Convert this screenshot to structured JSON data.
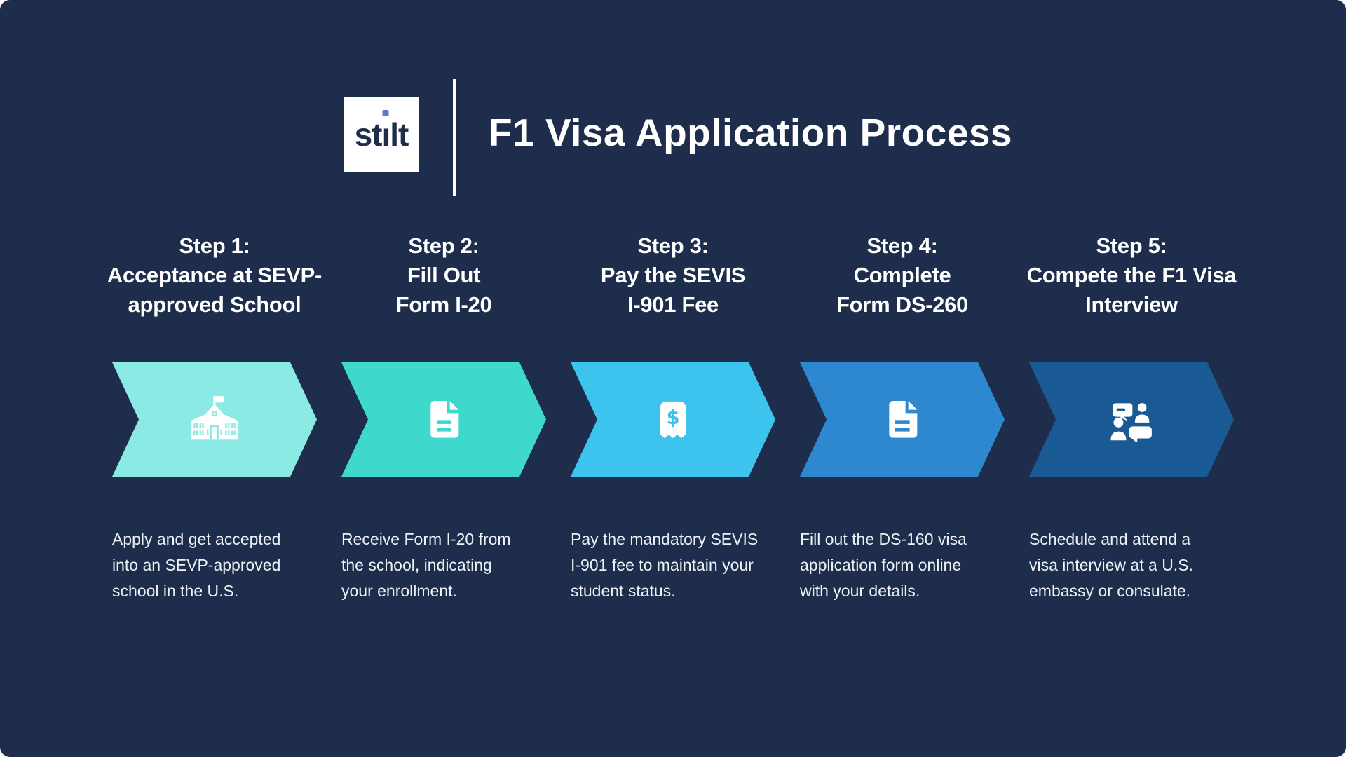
{
  "header": {
    "logo": {
      "full_text": "stilt",
      "pre": "st",
      "i_char": "ı",
      "post": "lt"
    },
    "title": "F1 Visa Application Process"
  },
  "colors": {
    "background": "#1e2d4b",
    "heading_text": "#ffffff",
    "description_text": "#eef1f5",
    "separator": "#ffffff",
    "logo_background": "#ffffff",
    "logo_text": "#1e2d4b",
    "logo_dot": "#5b7ac9",
    "icon": "#ffffff"
  },
  "steps": [
    {
      "label": "Step 1:",
      "title_lines": [
        "Acceptance at SEVP-",
        "approved School"
      ],
      "icon": "school-icon",
      "arrow_color": "#8beae4",
      "description_lines": [
        "Apply and get accepted",
        "into an SEVP-approved",
        "school in the U.S."
      ]
    },
    {
      "label": "Step 2:",
      "title_lines": [
        "Fill Out",
        "Form I-20"
      ],
      "icon": "document-icon",
      "arrow_color": "#3ed9cc",
      "description_lines": [
        "Receive Form I-20 from",
        "the school, indicating",
        "your enrollment."
      ]
    },
    {
      "label": "Step 3:",
      "title_lines": [
        "Pay the SEVIS",
        "I-901 Fee"
      ],
      "icon": "receipt-icon",
      "arrow_color": "#3cc4ee",
      "description_lines": [
        "Pay the mandatory SEVIS",
        "I-901 fee to maintain your",
        "student status."
      ]
    },
    {
      "label": "Step 4:",
      "title_lines": [
        "Complete",
        "Form DS-260"
      ],
      "icon": "document-icon",
      "arrow_color": "#2d88d0",
      "description_lines": [
        "Fill out the DS-160 visa",
        "application form online",
        "with your details."
      ]
    },
    {
      "label": "Step 5:",
      "title_lines": [
        "Compete the F1 Visa",
        "Interview"
      ],
      "icon": "interview-icon",
      "arrow_color": "#1a5a94",
      "description_lines": [
        "Schedule and attend a",
        "visa interview at a U.S.",
        "embassy or consulate."
      ]
    }
  ]
}
